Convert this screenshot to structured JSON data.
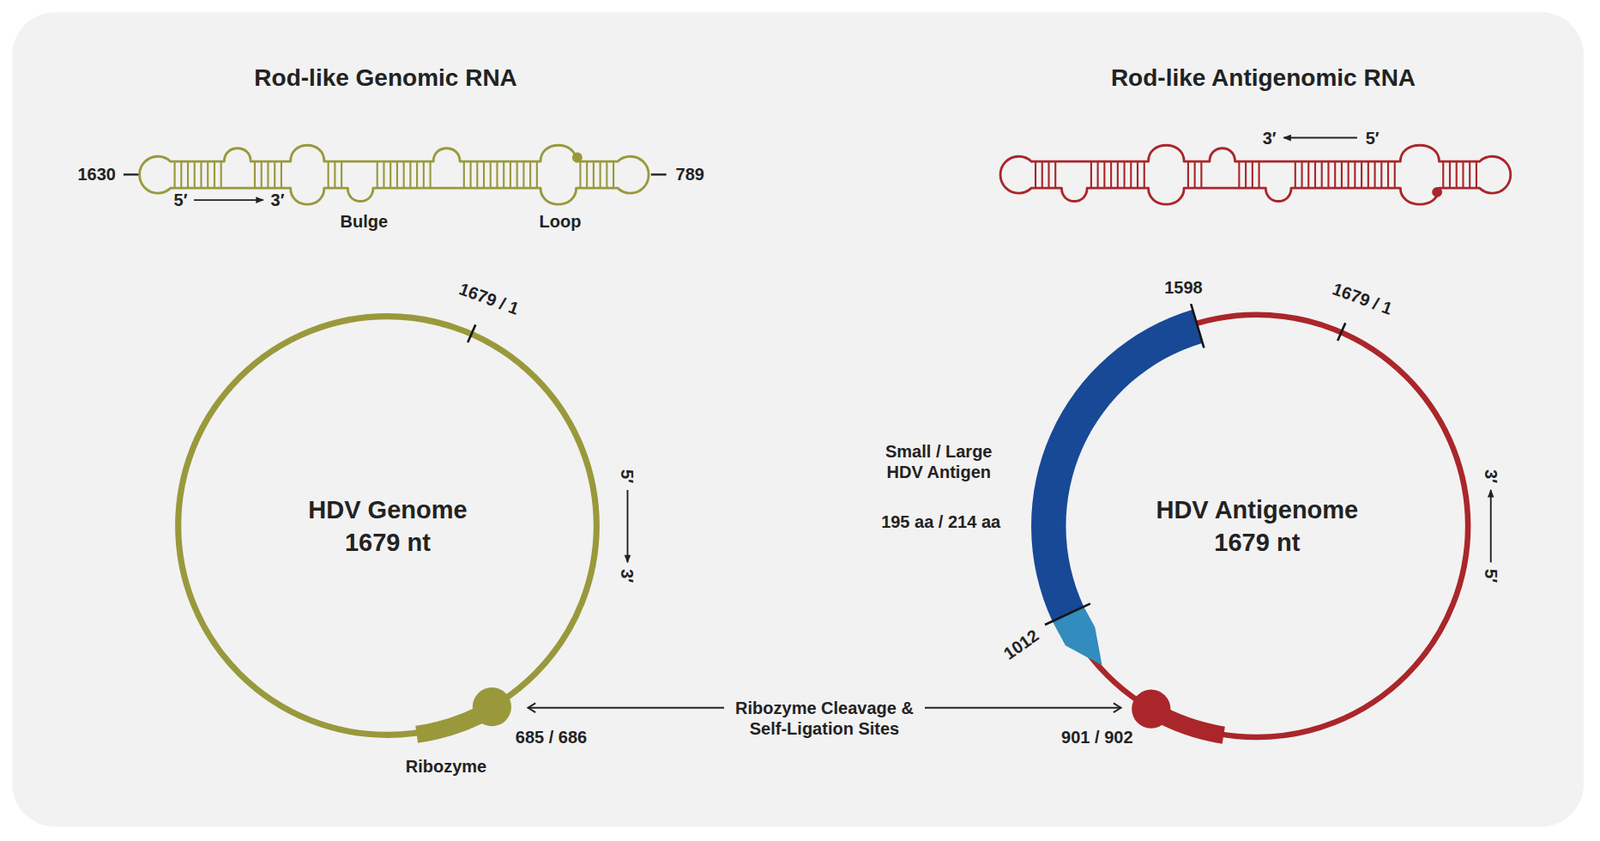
{
  "diagram": {
    "nodes": [
      {
        "text": [
          "Rod-like Genomic RNA"
        ]
      },
      {
        "text": [
          "Rod-like Antigenomic RNA"
        ]
      },
      {
        "text": [
          "HDV Genome",
          "1679 nt"
        ]
      },
      {
        "text": [
          "HDV Antigenome",
          "1679 nt"
        ]
      }
    ],
    "edges": [
      {
        "from": 2,
        "to": 3,
        "arrow": "both",
        "label": "Ribozyme Cleavage & Self-Ligation Sites"
      }
    ],
    "labels": [
      "1630",
      "5′",
      "3′",
      "Bulge",
      "Loop",
      "789",
      "3′",
      "5′",
      "1679 / 1",
      "5′",
      "3′",
      "685 / 686",
      "Ribozyme",
      "1598",
      "1679 / 1",
      "Small / Large HDV Antigen",
      "195 aa / 214 aa",
      "1012",
      "3′",
      "5′",
      "901 / 902"
    ]
  }
}
